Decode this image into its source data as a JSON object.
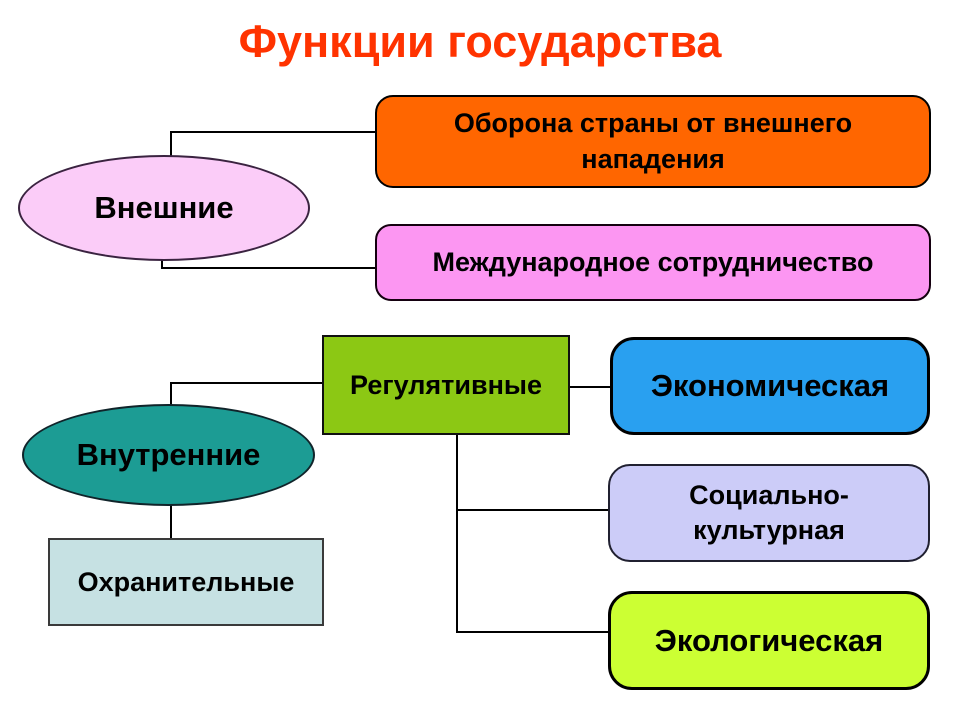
{
  "slide": {
    "title": "Функции государства"
  },
  "nodes": {
    "external": {
      "label": "Внешние",
      "fill": "#FBCCF8",
      "shape": "ellipse"
    },
    "defense": {
      "label": "Оборона страны от внешнего нападения",
      "fill": "#FF6600",
      "shape": "rounded-rect"
    },
    "cooperation": {
      "label": "Международное сотрудничество",
      "fill": "#FC96F2",
      "shape": "rounded-rect"
    },
    "internal": {
      "label": "Внутренние",
      "fill": "#1C9C94",
      "shape": "ellipse"
    },
    "regulative": {
      "label": "Регулятивные",
      "fill": "#8CC814",
      "shape": "rect"
    },
    "protective": {
      "label": "Охранительные",
      "fill": "#C6E1E3",
      "shape": "rect"
    },
    "economic": {
      "label": "Экономическая",
      "fill": "#29A0F0",
      "shape": "rounded-rect"
    },
    "socio_cultural": {
      "label": "Социально-культурная",
      "fill": "#CCCCF8",
      "shape": "rounded-rect"
    },
    "ecological": {
      "label": "Экологическая",
      "fill": "#CCFF33",
      "shape": "rounded-rect"
    }
  },
  "edges": [
    {
      "from": "external",
      "to": "defense"
    },
    {
      "from": "external",
      "to": "cooperation"
    },
    {
      "from": "internal",
      "to": "regulative"
    },
    {
      "from": "internal",
      "to": "protective"
    },
    {
      "from": "regulative",
      "to": "economic"
    },
    {
      "from": "regulative",
      "to": "socio_cultural"
    },
    {
      "from": "regulative",
      "to": "ecological"
    }
  ],
  "colors": {
    "title": "#FF3300",
    "text": "#000000",
    "background": "#FFFFFF",
    "connector": "#000000"
  }
}
